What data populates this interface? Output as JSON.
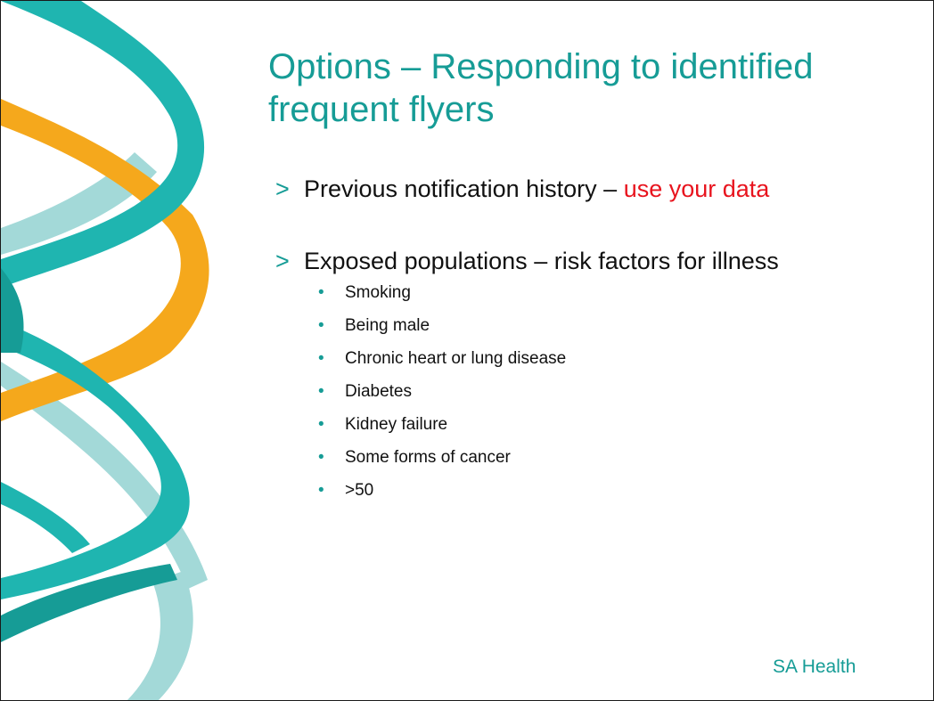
{
  "slide": {
    "title": "Options – Responding to identified frequent flyers",
    "bullets": [
      {
        "marker": ">",
        "text": "Previous notification history – ",
        "highlight": "use your data"
      },
      {
        "marker": ">",
        "text": "Exposed populations – risk factors for illness"
      }
    ],
    "sub_items": [
      "Smoking",
      "Being male",
      "Chronic heart or lung disease",
      "Diabetes",
      "Kidney failure",
      "Some forms of cancer",
      ">50"
    ],
    "sub_marker": "•",
    "footer": "SA Health"
  },
  "colors": {
    "accent_teal": "#169c96",
    "ribbon_teal": "#1fb5b0",
    "ribbon_light_teal": "#a3d9d8",
    "ribbon_orange": "#f5a81c",
    "highlight_red": "#e8141e"
  },
  "decoration": "helix-ribbons"
}
